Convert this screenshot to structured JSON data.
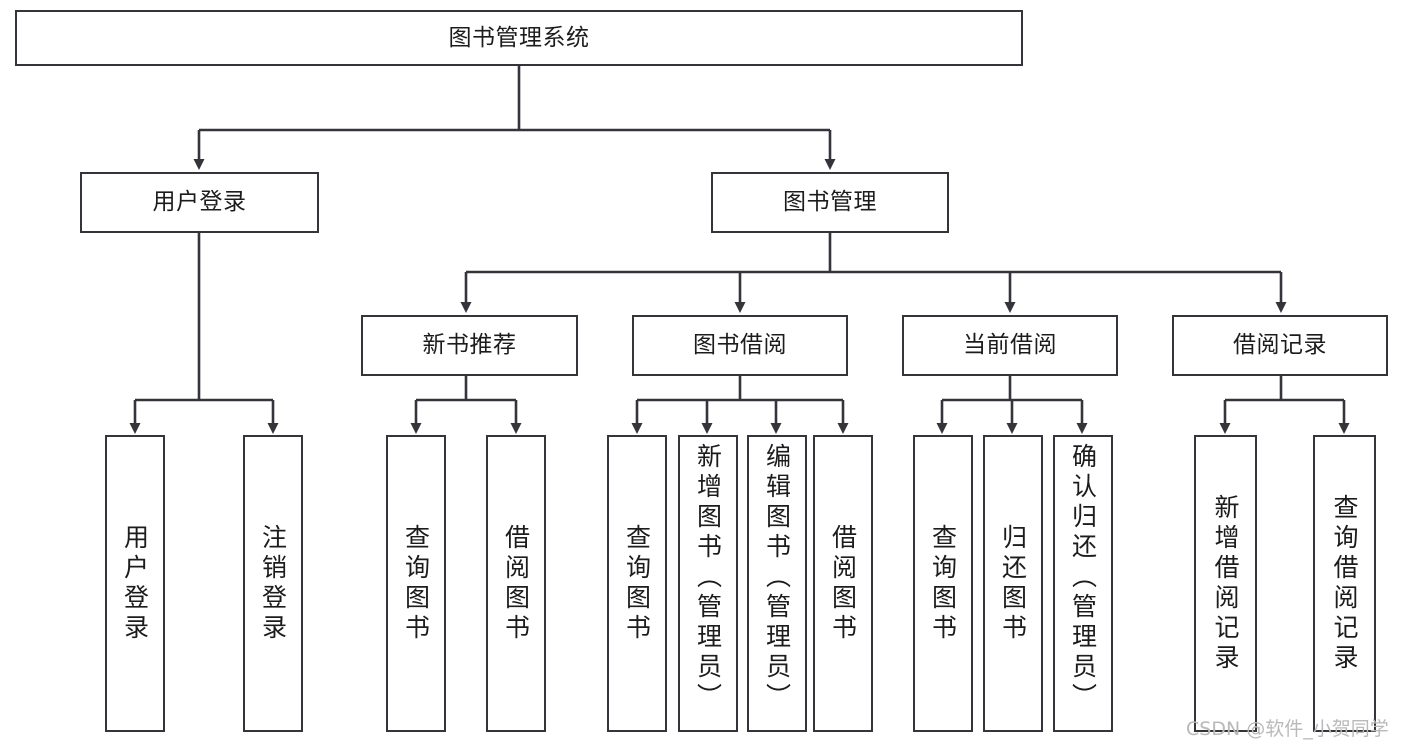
{
  "diagram": {
    "type": "tree",
    "title": "图书管理系统",
    "watermark": "CSDN @软件_小贺同学",
    "colors": {
      "background": "#ffffff",
      "box_border": "#33353a",
      "box_fill": "#ffffff",
      "connector": "#33353a",
      "text": "#1c1c1c",
      "watermark": "#b9b9b9"
    },
    "root": {
      "label": "图书管理系统"
    },
    "level2": [
      {
        "label": "用户登录"
      },
      {
        "label": "图书管理"
      }
    ],
    "level3": [
      {
        "label": "新书推荐"
      },
      {
        "label": "图书借阅"
      },
      {
        "label": "当前借阅"
      },
      {
        "label": "借阅记录"
      }
    ],
    "leaves": {
      "user_login": [
        {
          "label": "用户登录"
        },
        {
          "label": "注销登录"
        }
      ],
      "new_book": [
        {
          "label": "查询图书"
        },
        {
          "label": "借阅图书"
        }
      ],
      "borrow_book": [
        {
          "label": "查询图书"
        },
        {
          "label": "新增图书（管理员）"
        },
        {
          "label": "编辑图书（管理员）"
        },
        {
          "label": "借阅图书"
        }
      ],
      "current_borrow": [
        {
          "label": "查询图书"
        },
        {
          "label": "归还图书"
        },
        {
          "label": "确认归还（管理员）"
        }
      ],
      "borrow_record": [
        {
          "label": "新增借阅记录"
        },
        {
          "label": "查询借阅记录"
        }
      ]
    }
  }
}
